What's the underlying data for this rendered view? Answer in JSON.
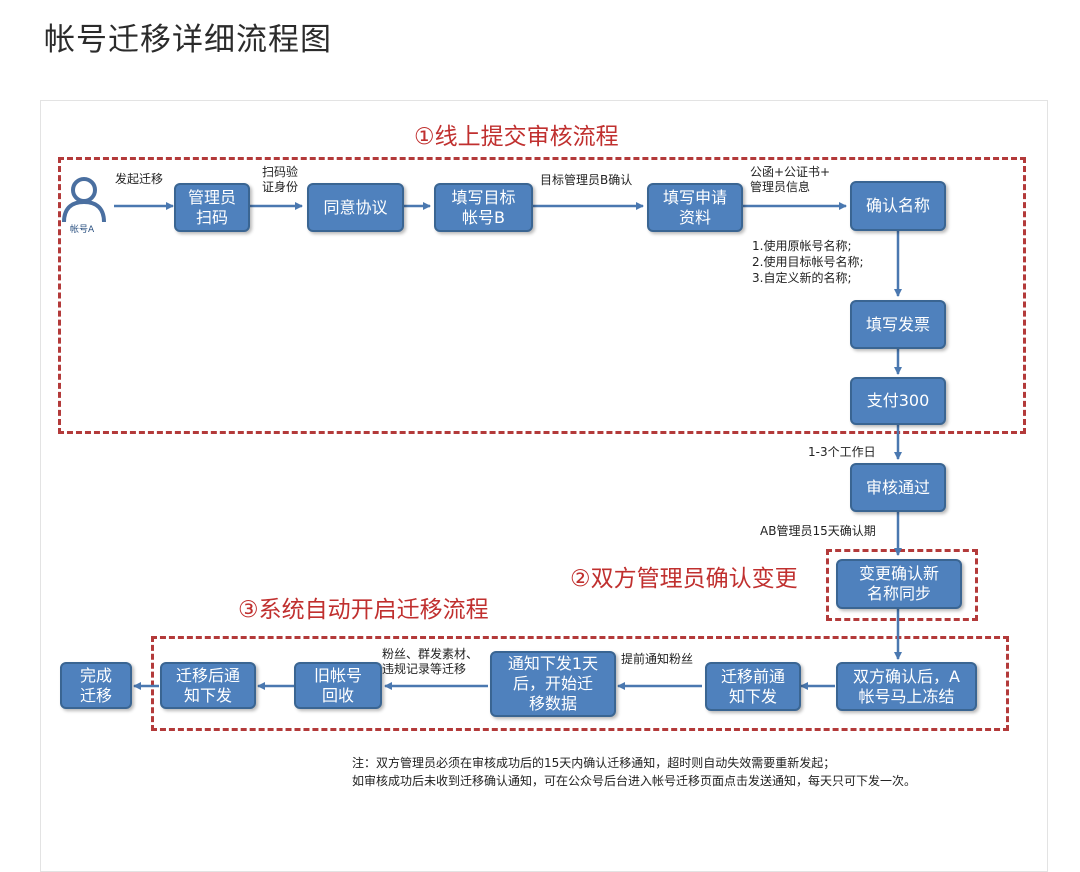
{
  "page": {
    "title": "帐号迁移详细流程图"
  },
  "stages": [
    {
      "title": "①线上提交审核流程"
    },
    {
      "title": "②双方管理员确认变更"
    },
    {
      "title": "③系统自动开启迁移流程"
    }
  ],
  "actor": {
    "label": "帐号A",
    "icon": "user-icon"
  },
  "nodes": {
    "admin_scan": "管理员\n扫码",
    "agree": "同意协议",
    "fill_target": "填写目标\n帐号B",
    "fill_apply": "填写申请\n资料",
    "confirm_name": "确认名称",
    "invoice": "填写发票",
    "pay": "支付300",
    "approved": "审核通过",
    "confirm_new_name": "变更确认新\n名称同步",
    "freeze": "双方确认后，A\n帐号马上冻结",
    "notify_before": "迁移前通\n知下发",
    "notify_start": "通知下发1天\n后，开始迁\n移数据",
    "old_recycle": "旧帐号\n回收",
    "notify_after": "迁移后通\n知下发",
    "done": "完成\n迁移"
  },
  "edge_labels": {
    "start": "发起迁移",
    "scan_verify": "扫码验\n证身份",
    "b_confirm": "目标管理员B确认",
    "docs": "公函+公证书+\n管理员信息",
    "name_options": "1.使用原帐号名称;\n2.使用目标帐号名称;\n3.自定义新的名称;",
    "review_time": "1-3个工作日",
    "confirm_period": "AB管理员15天确认期",
    "advance_fans": "提前通知粉丝",
    "migrate_items": "粉丝、群发素材、\n违规记录等迁移"
  },
  "note": {
    "line1": "注：双方管理员必须在审核成功后的15天内确认迁移通知，超时则自动失效需要重新发起；",
    "line2": "如审核成功后未收到迁移确认通知，可在公众号后台进入帐号迁移页面点击发送通知，每天只可下发一次。"
  },
  "colors": {
    "node_fill": "#4f81bd",
    "node_border": "#3a6592",
    "arrow": "#4a78b0",
    "dashed_frame": "#b33a3a",
    "stage_title": "#c0302f"
  }
}
